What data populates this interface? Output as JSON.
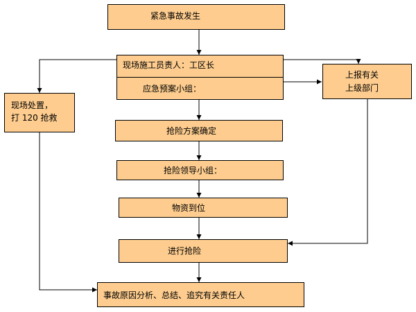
{
  "diagram": {
    "fill_color": "#fdcc8e",
    "line_color": "#000000",
    "nodes": {
      "emergency": "紧急事故发生",
      "site_leader": "现场施工员责人：工区长",
      "emergency_team": "应急预案小组：",
      "site_handling_line1": "现场处置，",
      "site_handling_line2": "打 120 抢救",
      "report_line1": "上报有关",
      "report_line2": "上级部门",
      "rescue_plan": "抢险方案确定",
      "rescue_leadership": "抢险领导小组：",
      "materials": "物资到位",
      "perform_rescue": "进行抢险",
      "accident_analysis": "事故原因分析、总结、追究有关责任人"
    }
  }
}
